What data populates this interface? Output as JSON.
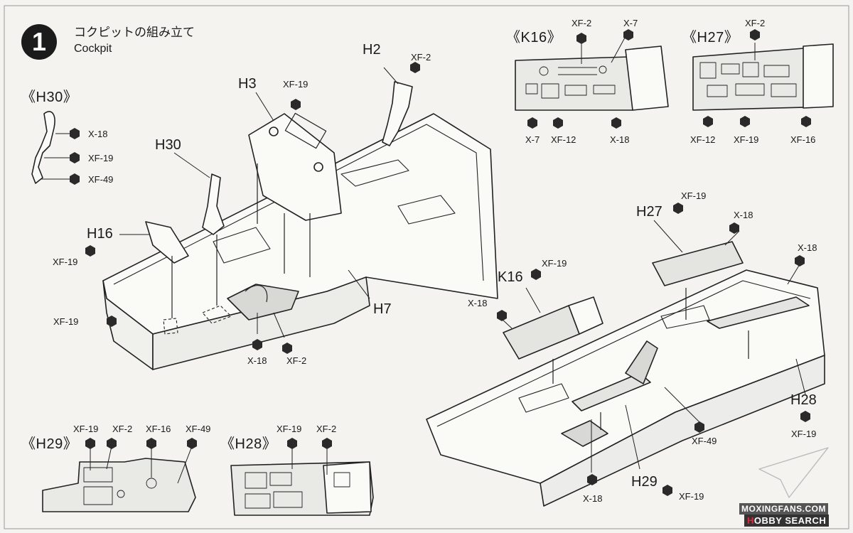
{
  "step": {
    "number": "1",
    "title_ja": "コクピットの組み立て",
    "title_en": "Cockpit"
  },
  "insets": {
    "h30": {
      "title": "《H30》",
      "paints": [
        "X-18",
        "XF-19",
        "XF-49"
      ]
    },
    "k16": {
      "title": "《K16》",
      "paints_top": [
        "XF-2",
        "X-7"
      ],
      "paints_bottom": [
        "X-7",
        "XF-12",
        "X-18"
      ]
    },
    "h27": {
      "title": "《H27》",
      "paints_top": [
        "XF-2"
      ],
      "paints_bottom": [
        "XF-12",
        "XF-19",
        "XF-16"
      ]
    },
    "h29": {
      "title": "《H29》",
      "paints": [
        "XF-19",
        "XF-2",
        "XF-16",
        "XF-49"
      ]
    },
    "h28": {
      "title": "《H28》",
      "paints": [
        "XF-19",
        "XF-2"
      ]
    }
  },
  "left_assembly": {
    "parts": [
      "H2",
      "H3",
      "H30",
      "H16",
      "H7"
    ],
    "paints": {
      "h2": "XF-2",
      "h3": "XF-19",
      "h16": "XF-19",
      "side": "XF-19",
      "bottom_1": "X-18",
      "bottom_2": "XF-2"
    }
  },
  "right_assembly": {
    "parts": [
      "H27",
      "K16",
      "H28",
      "H29"
    ],
    "paints": {
      "h27": "XF-19",
      "h27_right": "X-18",
      "k16": "XF-19",
      "k16_left": "X-18",
      "far_right": "X-18",
      "h28": "XF-19",
      "h29": "XF-19",
      "mid": "XF-49",
      "bottom": "X-18"
    }
  },
  "watermark": {
    "site": "MOXINGFANS.COM",
    "brand_prefix": "H",
    "brand_rest": "OBBY SEARCH"
  }
}
